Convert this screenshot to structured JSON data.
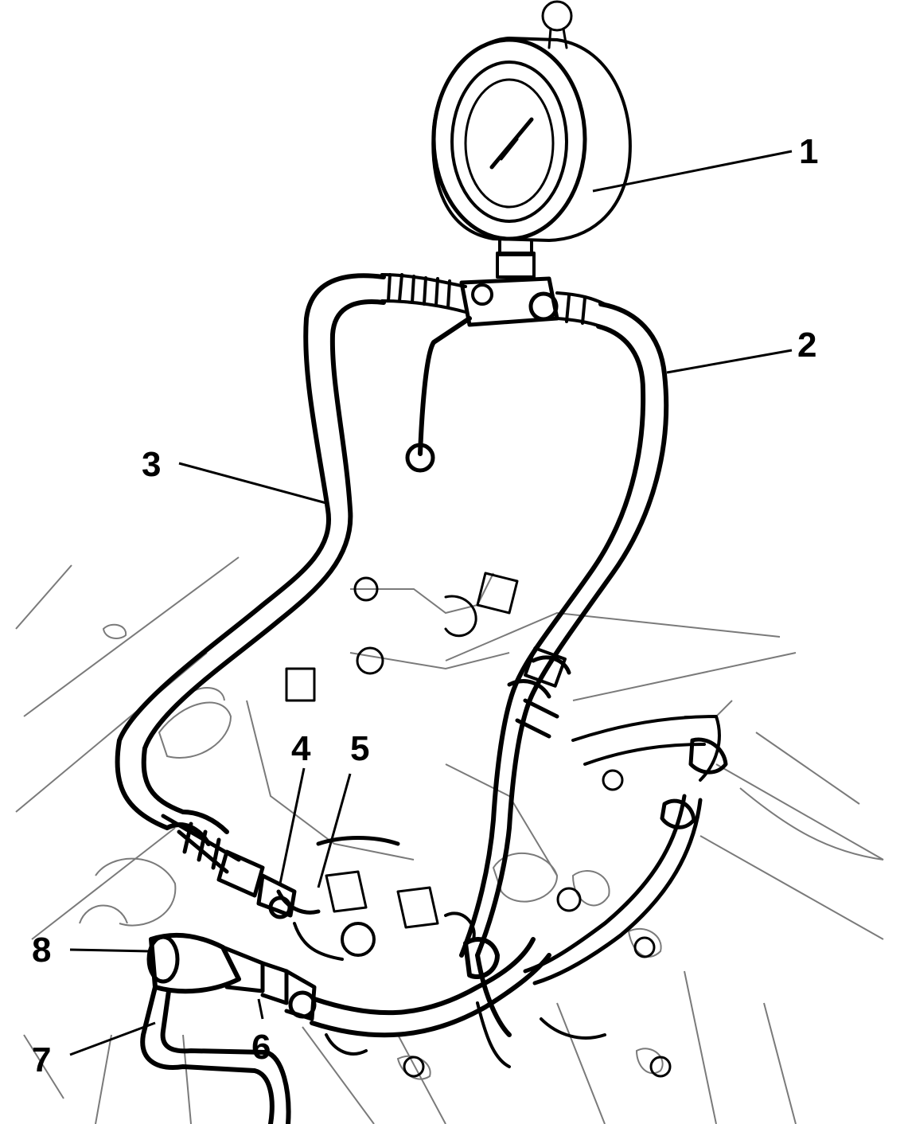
{
  "callouts": [
    {
      "id": "1",
      "text": "1"
    },
    {
      "id": "2",
      "text": "2"
    },
    {
      "id": "3",
      "text": "3"
    },
    {
      "id": "4",
      "text": "4"
    },
    {
      "id": "5",
      "text": "5"
    },
    {
      "id": "6",
      "text": "6"
    },
    {
      "id": "7",
      "text": "7"
    },
    {
      "id": "8",
      "text": "8"
    }
  ],
  "colors": {
    "ink": "#000000",
    "gauge_fill": "#bdbdbd",
    "background": "#ffffff"
  }
}
